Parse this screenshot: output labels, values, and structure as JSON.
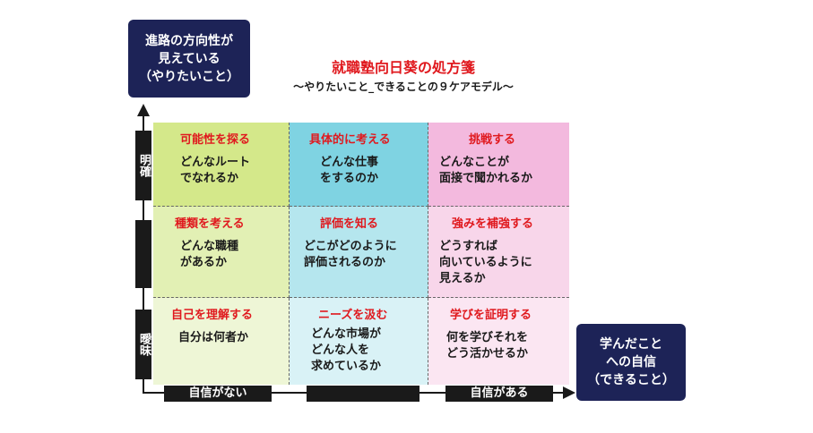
{
  "title": "就職塾向日葵の処方箋",
  "subtitle": "〜やりたいこと_できることの９ケアモデル〜",
  "y_axis_box": [
    "進路の方向性が",
    "見えている",
    "（やりたいこと）"
  ],
  "x_axis_box": [
    "学んだこと",
    "への自信",
    "（できること）"
  ],
  "y_labels": {
    "top": "明確",
    "middle": "",
    "bottom": "曖昧"
  },
  "x_labels": {
    "left": "自信がない",
    "middle": "",
    "right": "自信がある"
  },
  "colors": {
    "navy": "#1d2357",
    "accent_red": "#e0191e",
    "green": [
      "#d4e88a",
      "#e2f0b4",
      "#eef6d6"
    ],
    "cyan": [
      "#7fd3e2",
      "#b5e6ee",
      "#d9f2f6"
    ],
    "pink": [
      "#f3b9de",
      "#f8d6ea",
      "#fbe6f2"
    ]
  },
  "cells": [
    [
      {
        "title": "可能性を探る",
        "body": "どんなルート\nでなれるか"
      },
      {
        "title": "具体的に考える",
        "body": "どんな仕事\nをするのか"
      },
      {
        "title": "挑戦する",
        "body": "どんなことが\n面接で聞かれるか"
      }
    ],
    [
      {
        "title": "種類を考える",
        "body": "どんな職種\nがあるか"
      },
      {
        "title": "評価を知る",
        "body": "どこがどのように\n評価されるのか"
      },
      {
        "title": "強みを補強する",
        "body": "どうすれば\n向いているように\n見えるか"
      }
    ],
    [
      {
        "title": "自己を理解する",
        "body": "自分は何者か"
      },
      {
        "title": "ニーズを汲む",
        "body": "どんな市場が\nどんな人を\n求めているか"
      },
      {
        "title": "学びを証明する",
        "body": "何を学びそれを\nどう活かせるか"
      }
    ]
  ]
}
